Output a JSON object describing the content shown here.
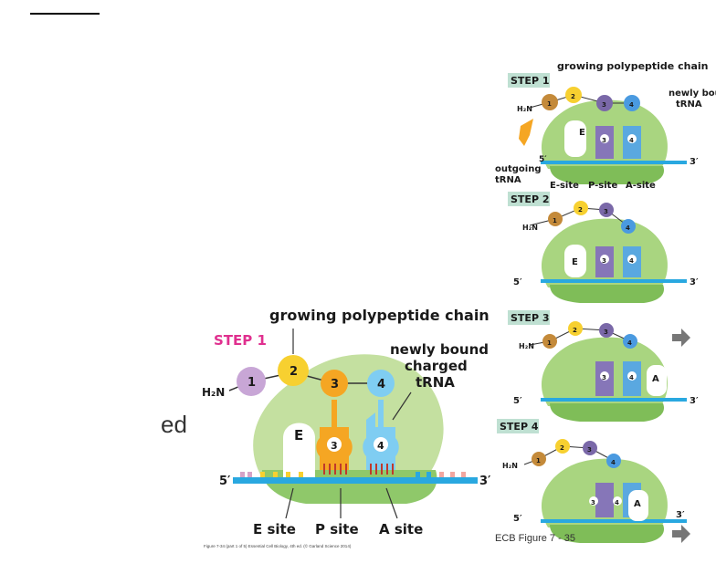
{
  "stray_text": "ed",
  "main_diagram": {
    "step_label": "STEP 1",
    "title": "growing polypeptide chain",
    "tRNA_label": [
      "newly bound",
      "charged",
      "tRNA"
    ],
    "amino_terminal": "H₂N",
    "amino_acids": [
      "1",
      "2",
      "3",
      "4"
    ],
    "site_labels": [
      "E site",
      "P site",
      "A site"
    ],
    "pocket_label": "E",
    "codon_numbers": [
      "3",
      "4"
    ],
    "end_5": "5′",
    "end_3": "3′",
    "credit": "Figure 7-34 (part 1 of 5) Essential Cell Biology, 4th ed. (© Garland Science 2014)",
    "colors": {
      "ribosome": "#c4e0a0",
      "ribosome_small": "#8fc86a",
      "mrna": "#29a8e0",
      "aa1": "#c8a6d6",
      "aa2": "#f7d030",
      "aa3": "#f5a623",
      "aa4": "#7fcdf2",
      "step_pink": "#e0308f"
    }
  },
  "panels": [
    {
      "step": "STEP 1",
      "title": "growing polypeptide chain",
      "tRNA_label": [
        "newly bound",
        "tRNA"
      ],
      "outgoing": [
        "outgoing",
        "tRNA"
      ],
      "site_labels": [
        "E-site",
        "P-site",
        "A-site"
      ],
      "pocket": "E",
      "amino_terminal": "H₂N",
      "aa": [
        "1",
        "2",
        "3",
        "4"
      ],
      "codons": [
        "3",
        "4"
      ],
      "end_5": "5′",
      "end_3": "3′"
    },
    {
      "step": "STEP 2",
      "pocket": "E",
      "amino_terminal": "H₂N",
      "aa": [
        "1",
        "2",
        "3",
        "4"
      ],
      "codons": [
        "3",
        "4"
      ],
      "end_5": "5′",
      "end_3": "3′"
    },
    {
      "step": "STEP 3",
      "pocket": "A",
      "amino_terminal": "H₂N",
      "aa": [
        "1",
        "2",
        "3",
        "4"
      ],
      "codons": [
        "3",
        "4"
      ],
      "end_5": "5′",
      "end_3": "3′"
    },
    {
      "step": "STEP 4",
      "pocket": "A",
      "amino_terminal": "H₂N",
      "aa": [
        "1",
        "2",
        "3",
        "4"
      ],
      "codons": [
        "3",
        "4"
      ],
      "end_5": "5′",
      "end_3": "3′",
      "caption": "ECB Figure 7 - 35"
    }
  ]
}
